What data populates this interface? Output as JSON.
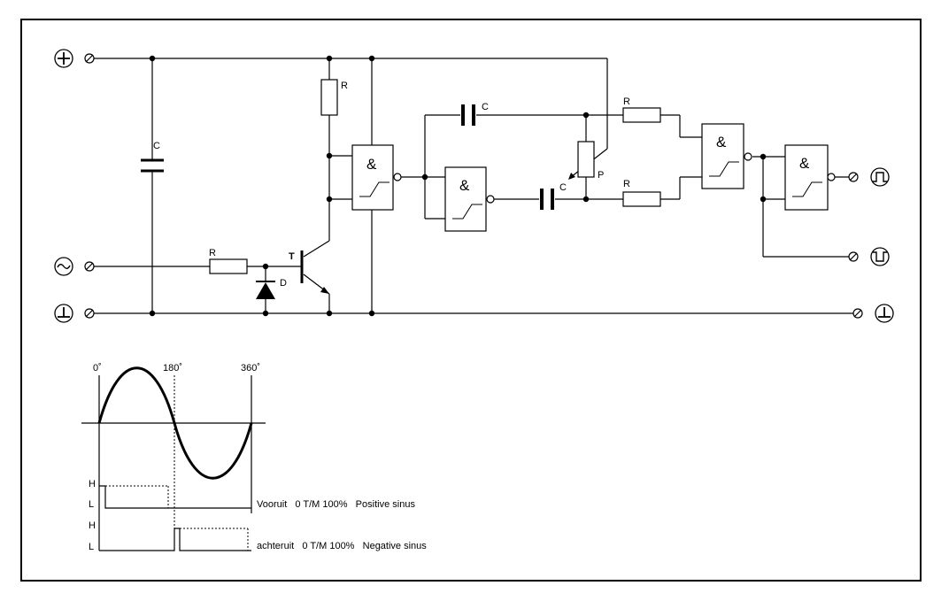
{
  "symbols": {
    "plus": "+",
    "tilde": "~",
    "ground": "⊥",
    "terminal": "⌀",
    "and_gate": "&"
  },
  "components": {
    "capacitor": "C",
    "resistor": "R",
    "diode": "D",
    "transistor": "T",
    "potentiometer": "P"
  },
  "waveform": {
    "angle_0": "0˚",
    "angle_180": "180˚",
    "angle_360": "360˚",
    "level_high": "H",
    "level_low": "L",
    "forward_label": "Vooruit   0 T/M 100%   Positive sinus",
    "reverse_label": "achteruit   0 T/M 100%   Negative sinus"
  }
}
